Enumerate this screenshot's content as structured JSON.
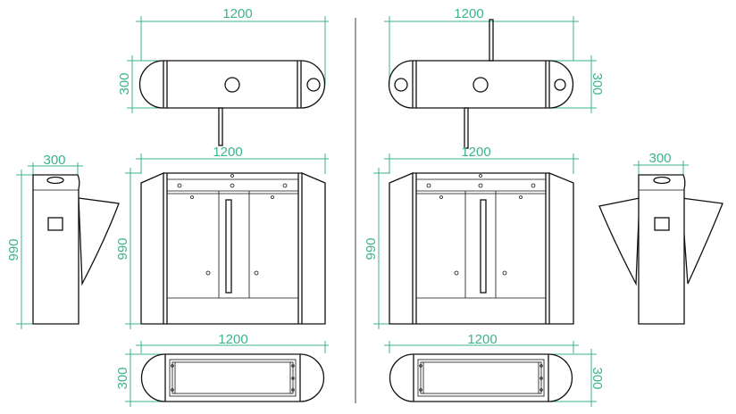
{
  "colors": {
    "line": "#111111",
    "dimension": "#3cb38b",
    "background": "#ffffff"
  },
  "views": {
    "left_top": {
      "width_label": "1200",
      "depth_label": "300"
    },
    "left_front": {
      "width_label": "1200",
      "height_label": "990"
    },
    "left_side": {
      "width_label": "300",
      "height_label": "990"
    },
    "left_bottom": {
      "width_label": "1200",
      "depth_label": "300"
    },
    "right_top": {
      "width_label": "1200",
      "depth_label": "300"
    },
    "right_front": {
      "width_label": "1200",
      "height_label": "990"
    },
    "right_side": {
      "width_label": "300"
    },
    "right_bottom": {
      "width_label": "1200",
      "depth_label": "300"
    }
  }
}
